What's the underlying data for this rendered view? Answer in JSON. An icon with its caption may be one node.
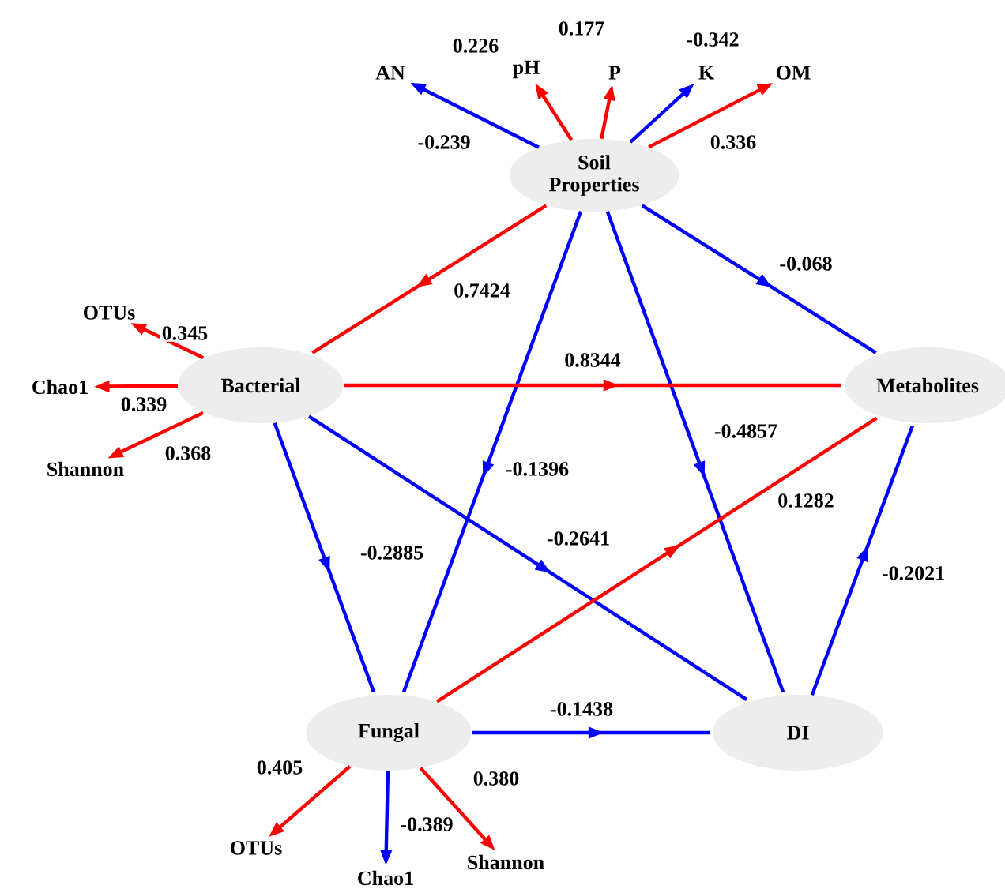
{
  "diagram": {
    "nodes": [
      {
        "text": [
          "Soil Properties"
        ]
      },
      {
        "text": [
          "Bacterial"
        ]
      },
      {
        "text": [
          "Metabolites"
        ]
      },
      {
        "text": [
          "Fungal"
        ]
      },
      {
        "text": [
          "DI"
        ]
      },
      {
        "text": [
          "AN"
        ]
      },
      {
        "text": [
          "pH"
        ]
      },
      {
        "text": [
          "P"
        ]
      },
      {
        "text": [
          "K"
        ]
      },
      {
        "text": [
          "OM"
        ]
      },
      {
        "text": [
          "OTUs"
        ]
      },
      {
        "text": [
          "Chao1"
        ]
      },
      {
        "text": [
          "Shannon"
        ]
      },
      {
        "text": [
          "OTUs"
        ]
      },
      {
        "text": [
          "Chao1"
        ]
      },
      {
        "text": [
          "Shannon"
        ]
      }
    ],
    "edges": [
      {
        "from": 0,
        "to": 5,
        "arrow": "to",
        "label": "-0.239",
        "color": "#0000ff"
      },
      {
        "from": 0,
        "to": 6,
        "arrow": "to",
        "label": "0.226",
        "color": "#ff0000"
      },
      {
        "from": 0,
        "to": 7,
        "arrow": "to",
        "label": "0.177",
        "color": "#ff0000"
      },
      {
        "from": 0,
        "to": 8,
        "arrow": "to",
        "label": "-0.342",
        "color": "#0000ff"
      },
      {
        "from": 0,
        "to": 9,
        "arrow": "to",
        "label": "0.336",
        "color": "#ff0000"
      },
      {
        "from": 0,
        "to": 1,
        "arrow": "to",
        "label": "0.7424",
        "color": "#ff0000"
      },
      {
        "from": 0,
        "to": 2,
        "arrow": "to",
        "label": "-0.068",
        "color": "#0000ff"
      },
      {
        "from": 0,
        "to": 3,
        "arrow": "to",
        "label": "-0.1396",
        "color": "#0000ff"
      },
      {
        "from": 0,
        "to": 4,
        "arrow": "to",
        "label": "-0.4857",
        "color": "#0000ff"
      },
      {
        "from": 1,
        "to": 10,
        "arrow": "to",
        "label": "0.345",
        "color": "#ff0000"
      },
      {
        "from": 1,
        "to": 11,
        "arrow": "to",
        "label": "0.339",
        "color": "#ff0000"
      },
      {
        "from": 1,
        "to": 12,
        "arrow": "to",
        "label": "0.368",
        "color": "#ff0000"
      },
      {
        "from": 1,
        "to": 2,
        "arrow": "to",
        "label": "0.8344",
        "color": "#ff0000"
      },
      {
        "from": 1,
        "to": 3,
        "arrow": "to",
        "label": "-0.2885",
        "color": "#0000ff"
      },
      {
        "from": 1,
        "to": 4,
        "arrow": "to",
        "label": "-0.2641",
        "color": "#0000ff"
      },
      {
        "from": 3,
        "to": 2,
        "arrow": "to",
        "label": "0.1282",
        "color": "#ff0000"
      },
      {
        "from": 3,
        "to": 4,
        "arrow": "to",
        "label": "-0.1438",
        "color": "#0000ff"
      },
      {
        "from": 4,
        "to": 2,
        "arrow": "to",
        "label": "-0.2021",
        "color": "#0000ff"
      },
      {
        "from": 3,
        "to": 13,
        "arrow": "to",
        "label": "0.405",
        "color": "#ff0000"
      },
      {
        "from": 3,
        "to": 14,
        "arrow": "to",
        "label": "-0.389",
        "color": "#0000ff"
      },
      {
        "from": 3,
        "to": 15,
        "arrow": "to",
        "label": "0.380",
        "color": "#ff0000"
      }
    ]
  }
}
